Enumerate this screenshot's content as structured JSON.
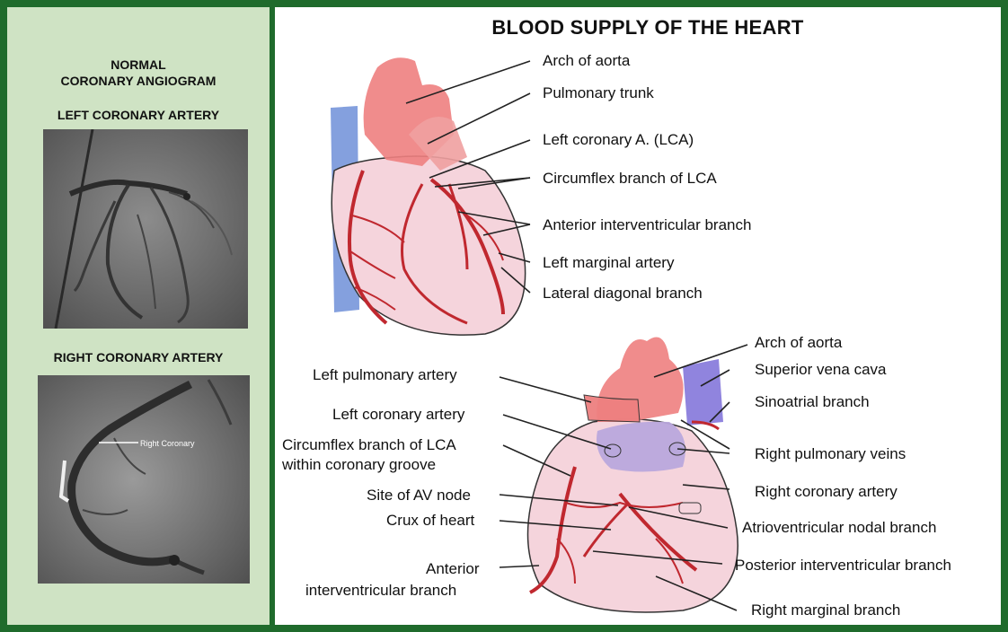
{
  "title": "BLOOD SUPPLY OF THE HEART",
  "left_panel": {
    "heading_line1": "NORMAL",
    "heading_line2": "CORONARY ANGIOGRAM",
    "left_label": "LEFT CORONARY ARTERY",
    "right_label": "RIGHT CORONARY ARTERY",
    "angiogram_annotation": "Right Coronary"
  },
  "anterior_view": {
    "labels": [
      "Arch of aorta",
      "Pulmonary trunk",
      "Left coronary A. (LCA)",
      "Circumflex branch of LCA",
      "Anterior interventricular branch",
      "Left marginal artery",
      "Lateral diagonal branch"
    ]
  },
  "posterior_view": {
    "right_labels": [
      "Arch of aorta",
      "Superior vena cava",
      "Sinoatrial branch",
      "Right pulmonary veins",
      "Right coronary artery",
      "Atrioventricular nodal branch",
      "Posterior interventricular branch",
      "Right marginal branch"
    ],
    "left_labels": [
      "Left pulmonary artery",
      "Left coronary artery",
      "Circumflex branch of LCA",
      "within coronary groove",
      "Site of AV node",
      "Crux of heart",
      "Anterior",
      "interventricular branch"
    ]
  },
  "colors": {
    "frame_green": "#1f6b2c",
    "panel_green": "#cfe3c4",
    "heart_pink": "#f5d4dc",
    "aorta_red": "#ee8080",
    "vessel_red": "#c0282f",
    "vein_blue": "#6f8fd8",
    "atrium_violet": "#b9a8dc"
  }
}
